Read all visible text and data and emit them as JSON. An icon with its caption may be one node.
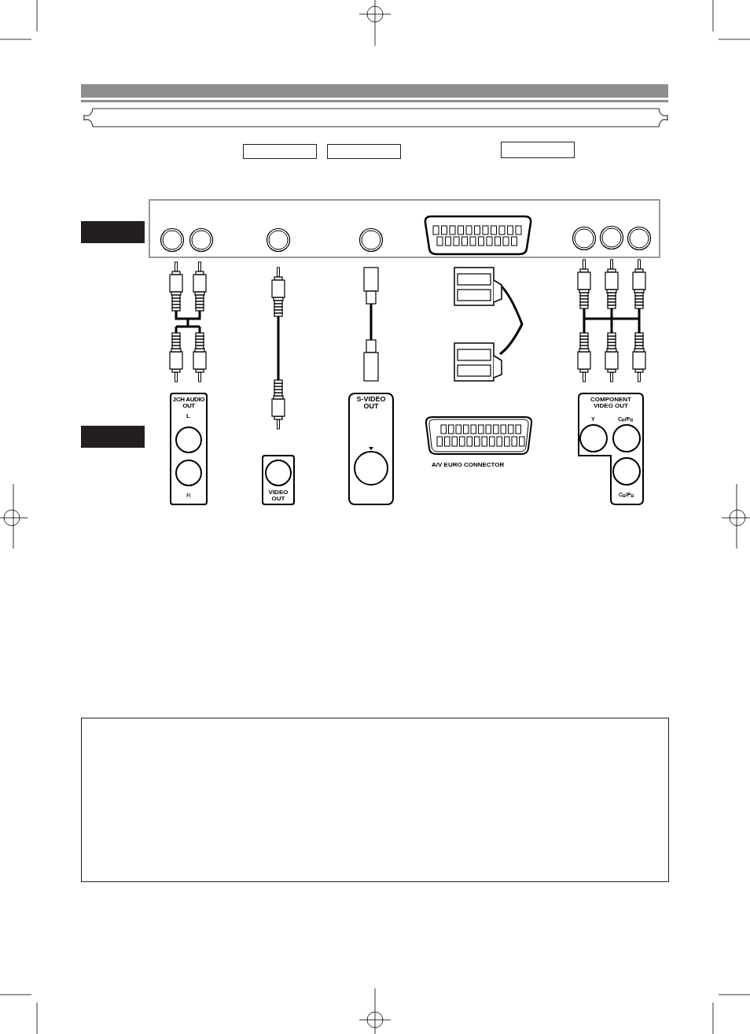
{
  "diagram": {
    "nodes": [
      {
        "text": [],
        "shape": "bar"
      },
      {
        "text": [],
        "shape": "banner"
      },
      {
        "text": [],
        "shape": "box"
      },
      {
        "text": [],
        "shape": "box"
      },
      {
        "text": [],
        "shape": "box"
      },
      {
        "text": [],
        "shape": "box"
      },
      {
        "text": [],
        "shape": "box"
      },
      {
        "text": [],
        "shape": "box"
      },
      {
        "text": [
          "2CH AUDIO OUT",
          "L",
          "R"
        ]
      },
      {
        "text": [
          "VIDEO OUT"
        ]
      },
      {
        "text": [
          "S-VIDEO OUT"
        ]
      },
      {
        "text": [
          "COMPONENT VIDEO OUT",
          "Y",
          "C$_{R}$/P$_{R}$",
          "C$_{B}$/P$_{B}$"
        ]
      },
      {
        "text": [],
        "shape": "box"
      }
    ],
    "labels": [
      "A/V EURO CONNECTOR"
    ]
  }
}
